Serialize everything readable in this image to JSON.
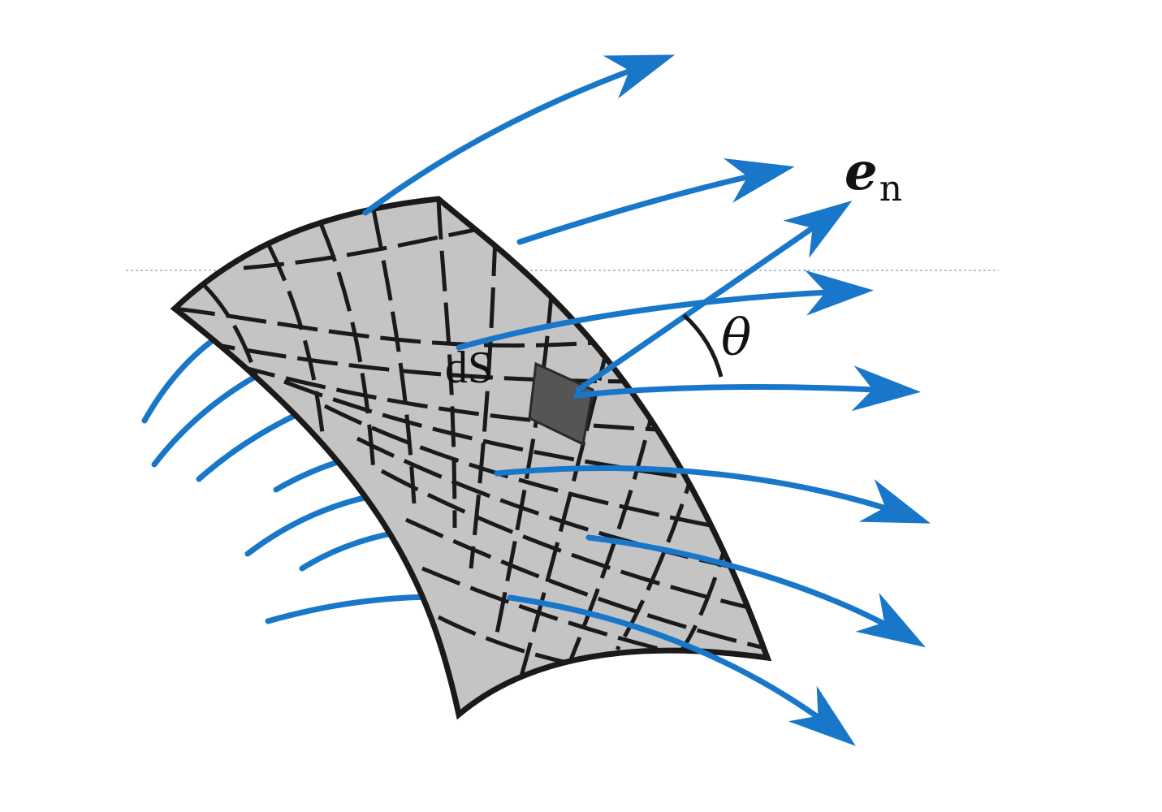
{
  "labels": {
    "normal_vector": "e",
    "normal_vector_subscript": "n",
    "angle": "θ",
    "area_element": "dS"
  },
  "colors": {
    "field_line": "#1877c9",
    "surface_fill": "#c4c4c4",
    "surface_outline": "#1a1a1a",
    "area_element_fill": "#555555",
    "guide_line": "#b8bfd8"
  }
}
